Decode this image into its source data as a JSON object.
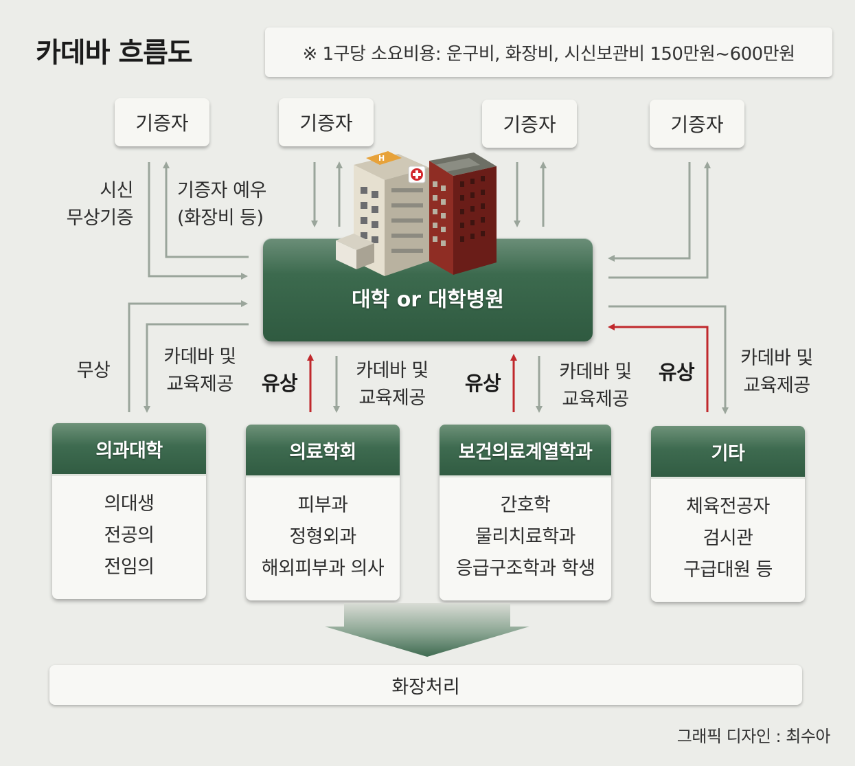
{
  "title": "카데바 흐름도",
  "note": "※ 1구당 소요비용: 운구비, 화장비, 시신보관비 150만원~600만원",
  "donors": [
    "기증자",
    "기증자",
    "기증자",
    "기증자"
  ],
  "center_label": "대학 or 대학병원",
  "flow_labels": {
    "body_donation": [
      "시신",
      "무상기증"
    ],
    "donor_courtesy": [
      "기증자 예우",
      "(화장비 등)"
    ],
    "free": "무상",
    "paid": "유상",
    "cadaver_edu": [
      "카데바 및",
      "교육제공"
    ]
  },
  "recipients": [
    {
      "name": "의과대학",
      "items": [
        "의대생",
        "전공의",
        "전임의"
      ]
    },
    {
      "name": "의료학회",
      "items": [
        "피부과",
        "정형외과",
        "해외피부과 의사"
      ]
    },
    {
      "name": "보건의료계열학과",
      "items": [
        "간호학",
        "물리치료학과",
        "응급구조학과 학생"
      ]
    },
    {
      "name": "기타",
      "items": [
        "체육전공자",
        "검시관",
        "구급대원 등"
      ]
    }
  ],
  "final_step": "화장처리",
  "credit": "그래픽 디자인 : 최수아",
  "colors": {
    "green_dark": "#2f5a40",
    "green_light": "#6e9279",
    "arrow_gray": "#9aa59b",
    "arrow_red": "#c0282c",
    "background": "#ecede9"
  }
}
